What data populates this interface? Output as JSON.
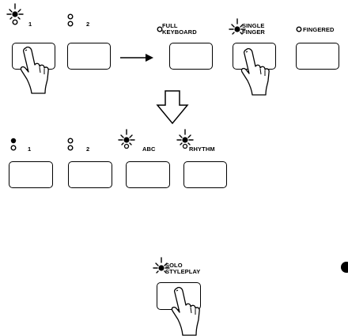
{
  "row1": {
    "labels": {
      "var1": "1",
      "var2": "2",
      "full_keyboard": "FULL\nKEYBOARD",
      "single_finger": "SINGLE\nFINGER",
      "fingered": "FINGERED"
    }
  },
  "row2": {
    "labels": {
      "b1": "1",
      "b2": "2",
      "abc": "ABC",
      "rhythm": "RHYTHM"
    }
  },
  "solo": {
    "label": "SOLO\nSTYLEPLAY"
  },
  "colors": {
    "line": "#000000",
    "background": "#ffffff"
  }
}
